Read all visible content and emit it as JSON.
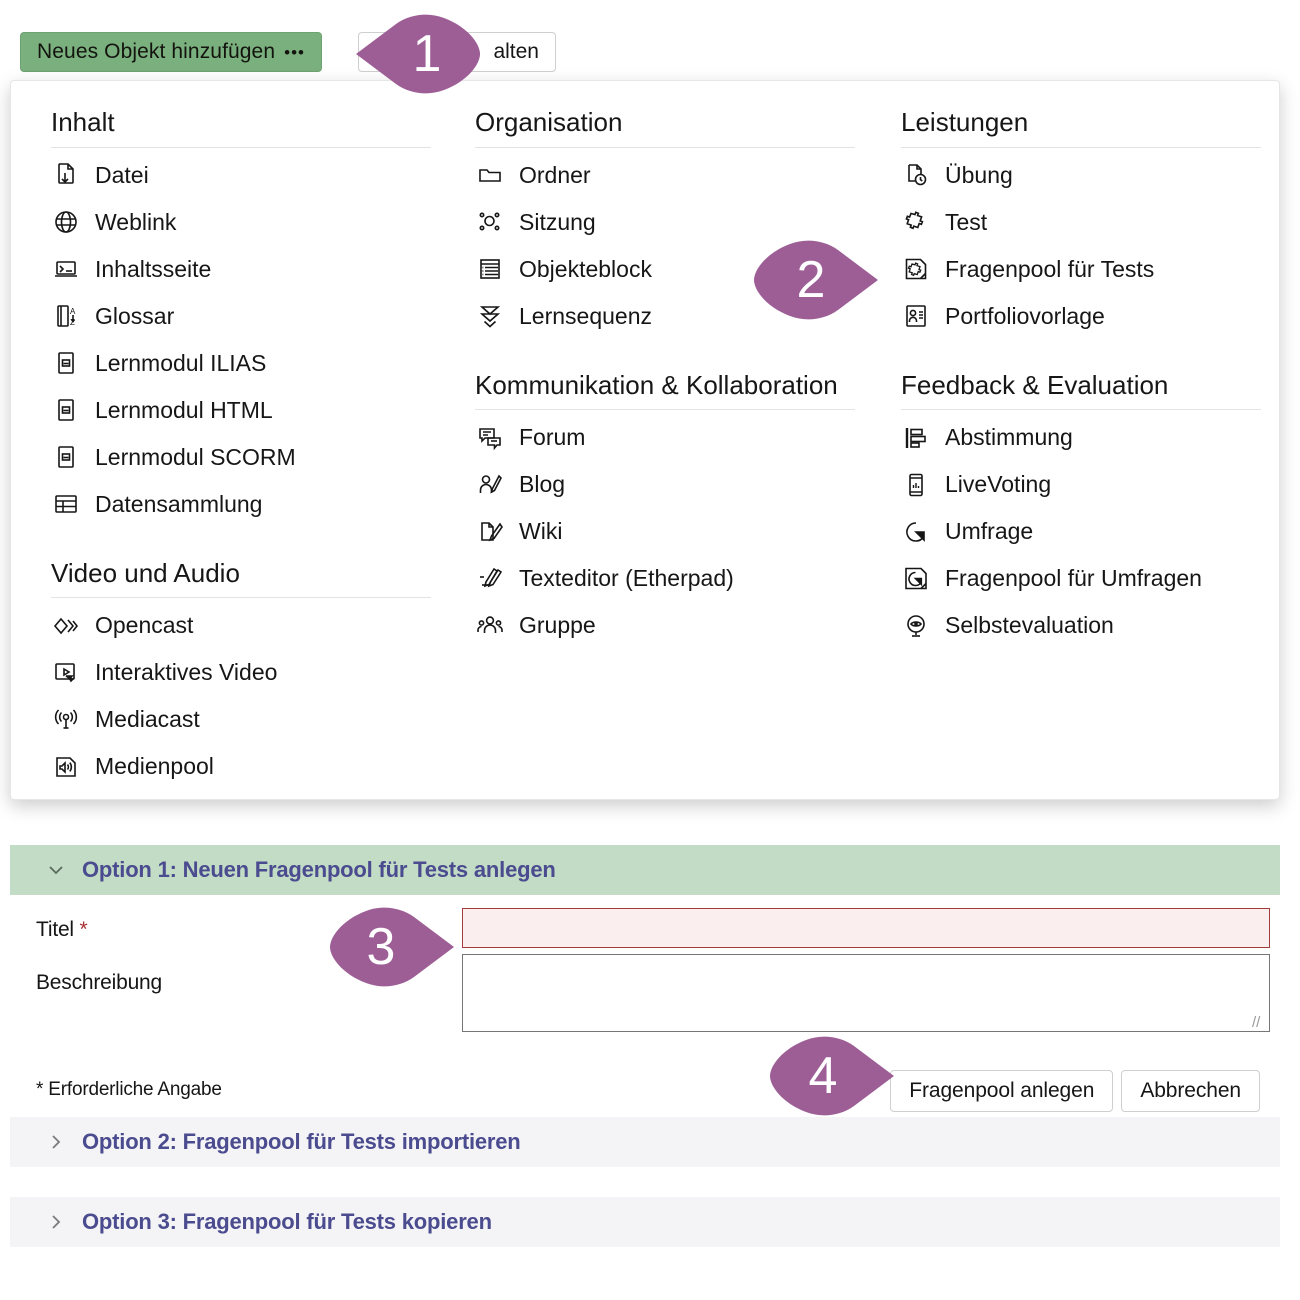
{
  "toolbar": {
    "add_button_label": "Neues Objekt hinzufügen",
    "add_button_dots": "•••",
    "manage_button_label": "alten"
  },
  "colors": {
    "marker_purple": "#9d5e96",
    "add_button_green": "#7aaf7e",
    "option_header_green": "#c3dcc6",
    "option_header_grey": "#f4f4f6",
    "option_title_blue": "#4b4b8f",
    "required_red": "#a83232",
    "invalid_field_bg": "#fbeeee",
    "invalid_field_border": "#a33c3c"
  },
  "panel": {
    "columns": [
      {
        "groups": [
          {
            "title": "Inhalt",
            "items": [
              {
                "label": "Datei",
                "icon": "file-download-icon"
              },
              {
                "label": "Weblink",
                "icon": "globe-link-icon"
              },
              {
                "label": "Inhaltsseite",
                "icon": "content-page-icon"
              },
              {
                "label": "Glossar",
                "icon": "glossary-az-icon"
              },
              {
                "label": "Lernmodul ILIAS",
                "icon": "learning-module-icon"
              },
              {
                "label": "Lernmodul HTML",
                "icon": "learning-module-icon"
              },
              {
                "label": "Lernmodul SCORM",
                "icon": "learning-module-icon"
              },
              {
                "label": "Datensammlung",
                "icon": "table-grid-icon"
              }
            ]
          },
          {
            "title": "Video und Audio",
            "items": [
              {
                "label": "Opencast",
                "icon": "opencast-diamond-icon"
              },
              {
                "label": "Interaktives Video",
                "icon": "interactive-video-icon"
              },
              {
                "label": "Mediacast",
                "icon": "broadcast-antenna-icon"
              },
              {
                "label": "Medienpool",
                "icon": "speaker-sound-icon"
              }
            ]
          }
        ]
      },
      {
        "groups": [
          {
            "title": "Organisation",
            "items": [
              {
                "label": "Ordner",
                "icon": "folder-icon"
              },
              {
                "label": "Sitzung",
                "icon": "session-nodes-icon"
              },
              {
                "label": "Objekteblock",
                "icon": "object-block-list-icon"
              },
              {
                "label": "Lernsequenz",
                "icon": "learning-sequence-chevrons-icon"
              }
            ]
          },
          {
            "title": "Kommunikation & Kollaboration",
            "items": [
              {
                "label": "Forum",
                "icon": "forum-speech-bubbles-icon"
              },
              {
                "label": "Blog",
                "icon": "blog-person-pencil-icon"
              },
              {
                "label": "Wiki",
                "icon": "wiki-page-pencil-icon"
              },
              {
                "label": "Texteditor (Etherpad)",
                "icon": "etherpad-pencil-icon"
              },
              {
                "label": "Gruppe",
                "icon": "group-people-icon"
              }
            ]
          }
        ]
      },
      {
        "groups": [
          {
            "title": "Leistungen",
            "items": [
              {
                "label": "Übung",
                "icon": "exercise-clock-icon"
              },
              {
                "label": "Test",
                "icon": "puzzle-piece-icon"
              },
              {
                "label": "Fragenpool für Tests",
                "icon": "question-pool-test-icon"
              },
              {
                "label": "Portfoliovorlage",
                "icon": "portfolio-template-icon"
              }
            ]
          },
          {
            "title": "Feedback & Evaluation",
            "items": [
              {
                "label": "Abstimmung",
                "icon": "vote-bars-icon"
              },
              {
                "label": "LiveVoting",
                "icon": "livevoting-phone-icon"
              },
              {
                "label": "Umfrage",
                "icon": "survey-pie-icon"
              },
              {
                "label": "Fragenpool für Umfragen",
                "icon": "question-pool-survey-icon"
              },
              {
                "label": "Selbstevaluation",
                "icon": "self-evaluation-eye-icon"
              }
            ]
          }
        ]
      }
    ]
  },
  "form": {
    "option1_title": "Option 1: Neuen Fragenpool für Tests anlegen",
    "title_label": "Titel",
    "title_required_mark": "*",
    "title_value": "",
    "description_label": "Beschreibung",
    "description_value": "",
    "required_note": "* Erforderliche Angabe",
    "submit_label": "Fragenpool anlegen",
    "cancel_label": "Abbrechen",
    "option2_title": "Option 2: Fragenpool für Tests importieren",
    "option3_title": "Option 3: Fragenpool für Tests kopieren"
  },
  "markers": {
    "m1": "1",
    "m2": "2",
    "m3": "3",
    "m4": "4"
  }
}
